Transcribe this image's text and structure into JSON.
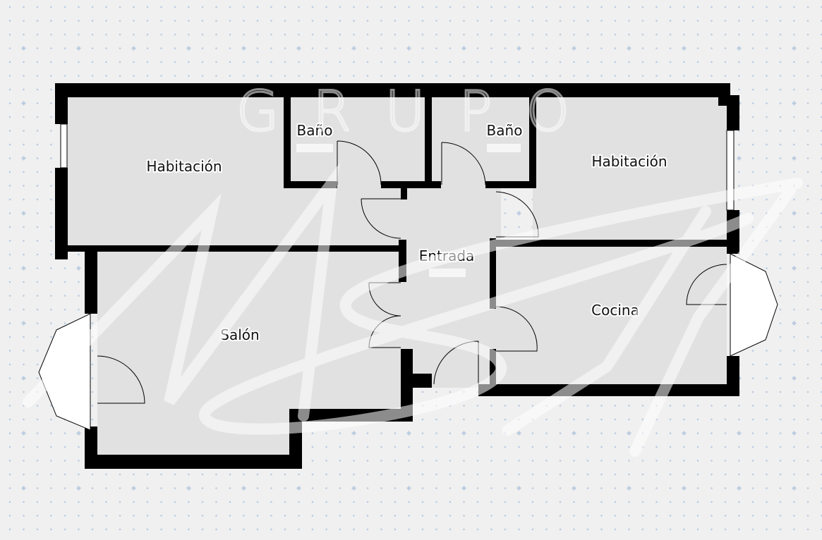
{
  "watermark": {
    "brand_text": "GRUPO",
    "monogram": "MSI"
  },
  "rooms": [
    {
      "name": "Habitación"
    },
    {
      "name": "Baño"
    },
    {
      "name": "Baño"
    },
    {
      "name": "Habitación"
    },
    {
      "name": "Entrada"
    },
    {
      "name": "Salón"
    },
    {
      "name": "Cocina"
    }
  ],
  "colors": {
    "background": "#f0f0f0",
    "room_fill": "#e1e1e1",
    "wall": "#000000",
    "grid_dot": "#b9cbe0"
  }
}
